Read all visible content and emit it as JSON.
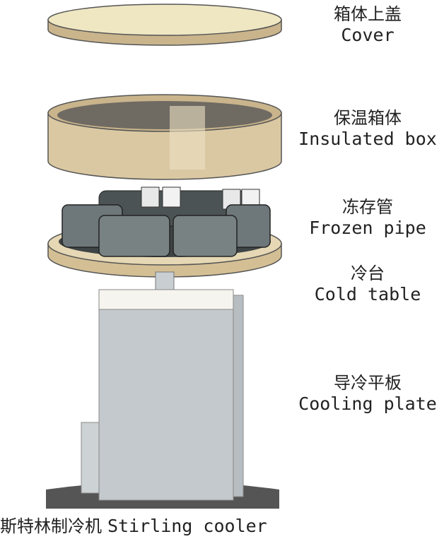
{
  "labels": {
    "cover": {
      "zh": "箱体上盖",
      "en": "Cover"
    },
    "box": {
      "zh": "保温箱体",
      "en": "Insulated box"
    },
    "pipe": {
      "zh": "冻存管",
      "en": "Frozen pipe"
    },
    "table": {
      "zh": "冷台",
      "en": "Cold table"
    },
    "plate": {
      "zh": "导冷平板",
      "en": "Cooling plate"
    },
    "cooler": {
      "zh": "斯特林制冷机",
      "en": "Stirling cooler"
    }
  },
  "colors": {
    "wood": "#d9c7a0",
    "wood_dark": "#b59e78",
    "metal": "#c2c8cc",
    "pipe": "#5b6366"
  }
}
